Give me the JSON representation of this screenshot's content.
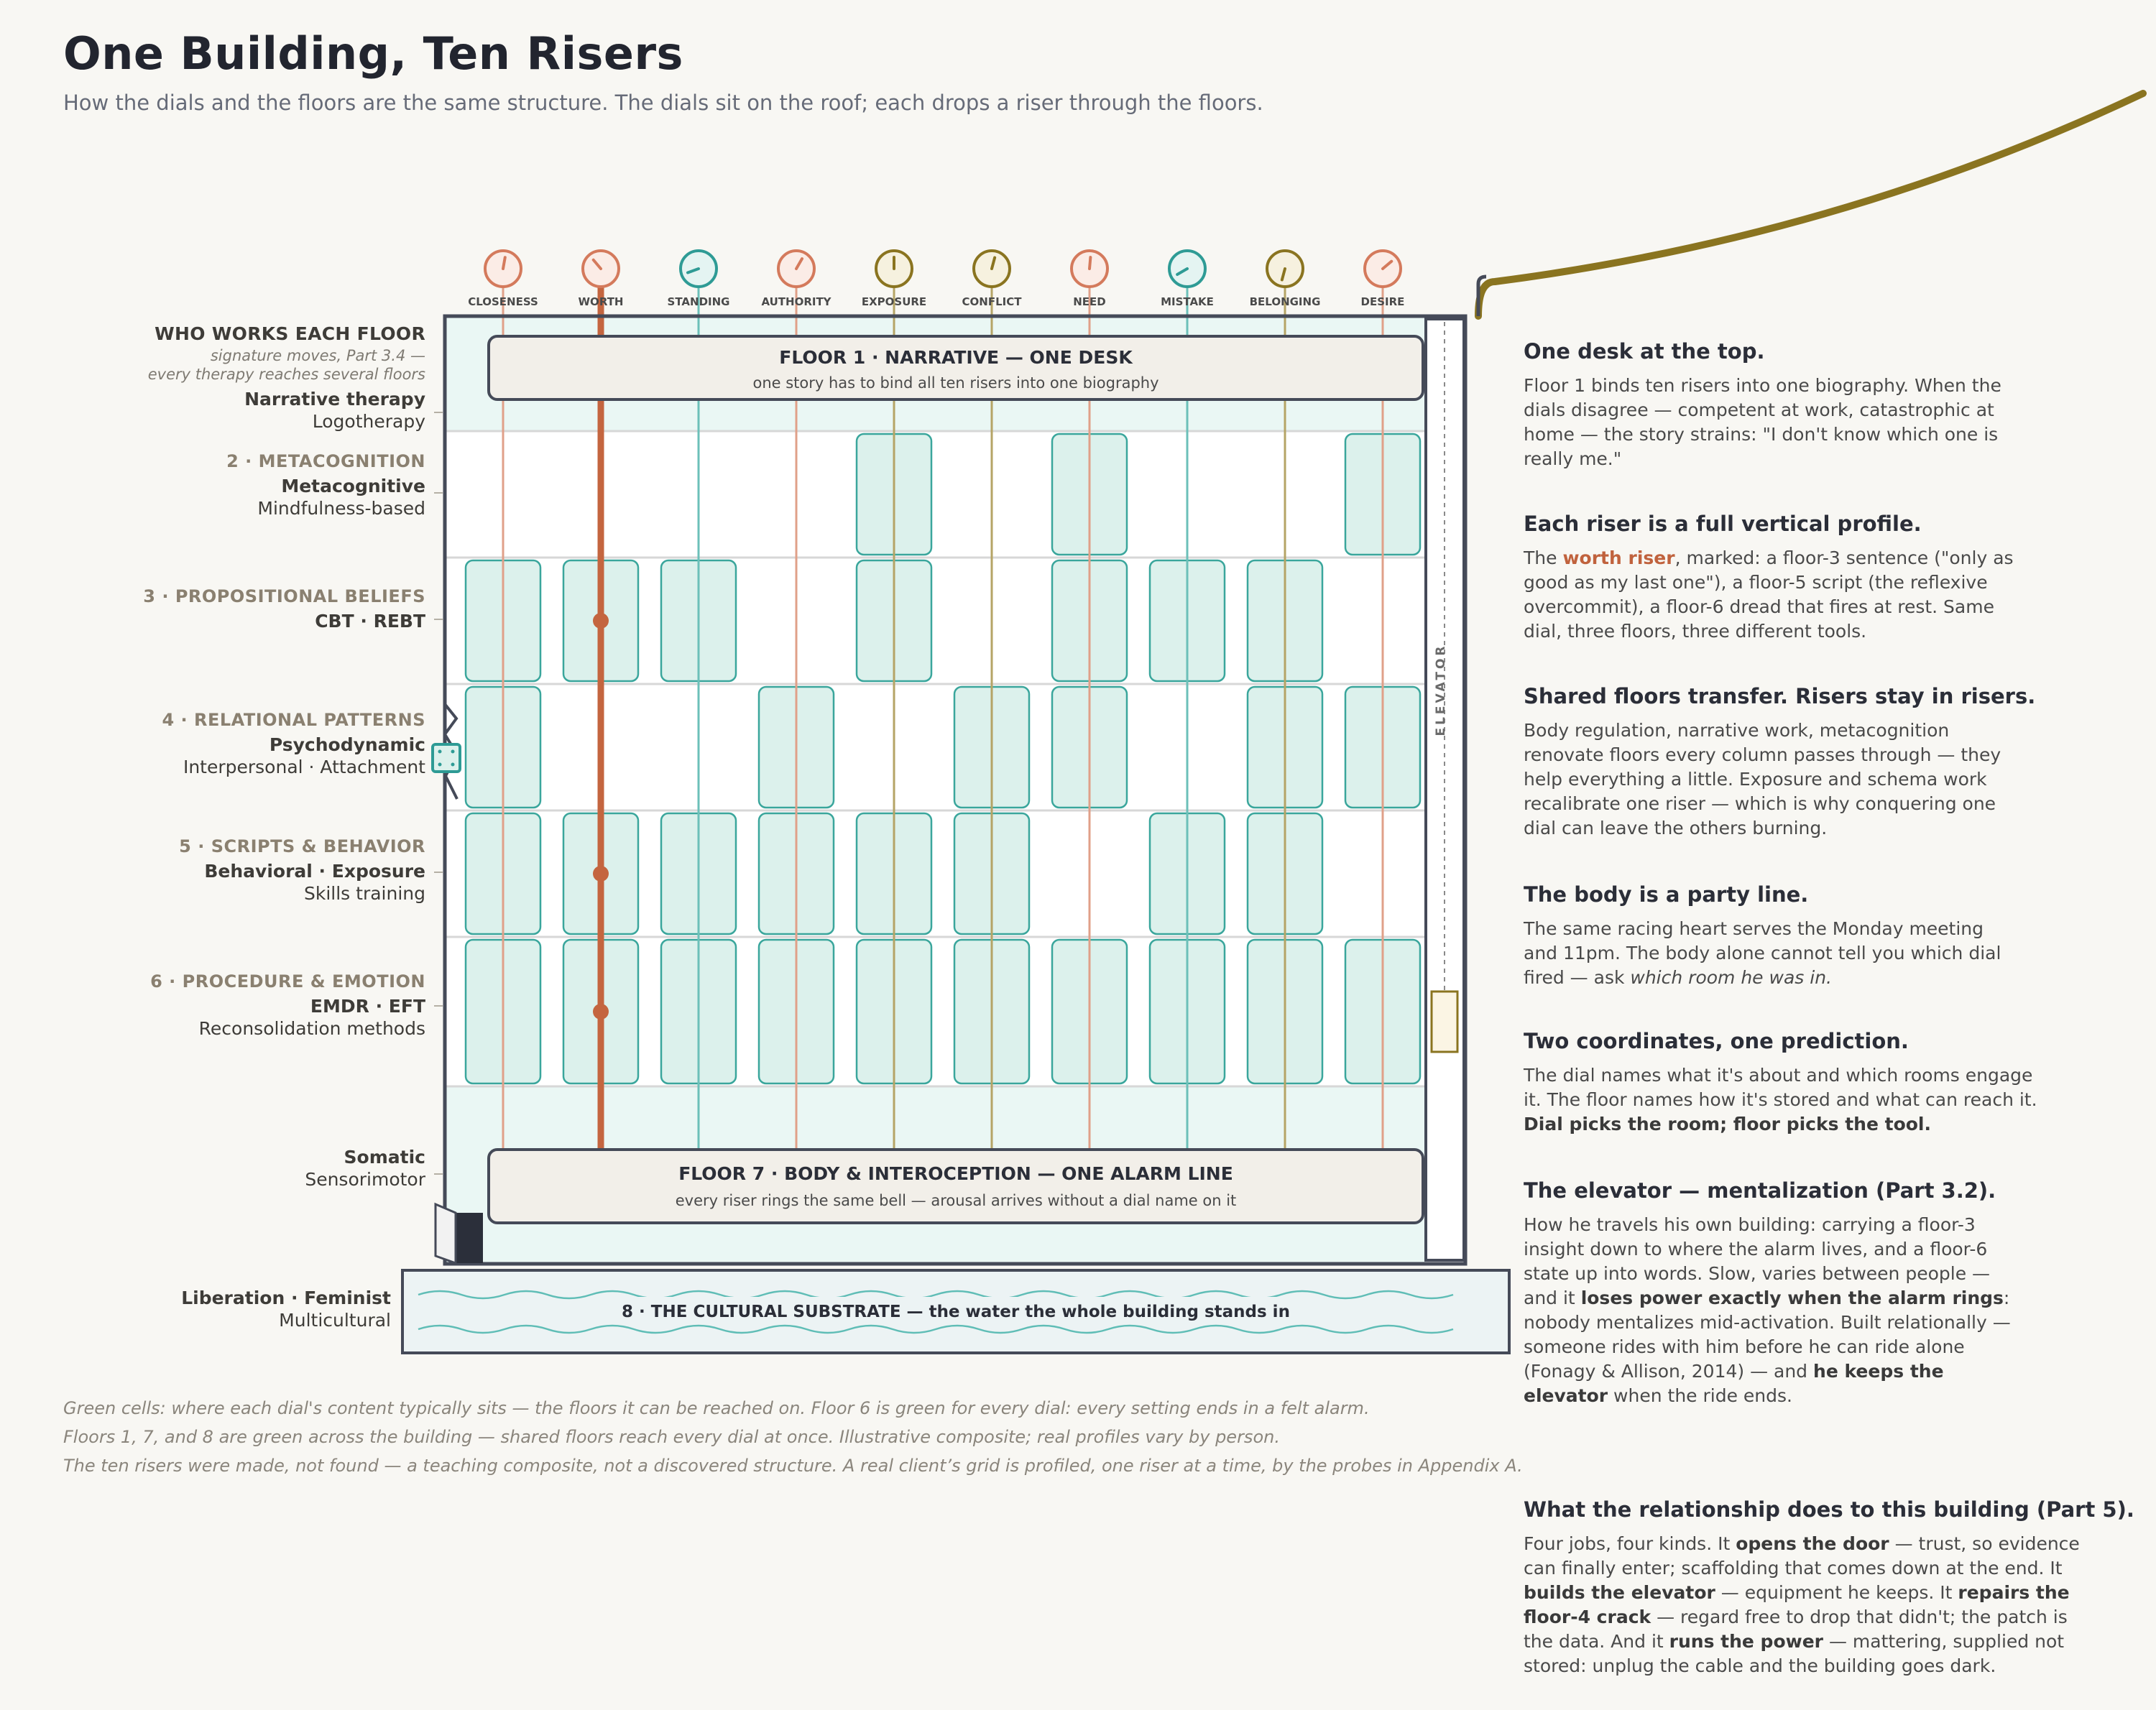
{
  "header": {
    "title": "One Building, Ten Risers",
    "subtitle": "How the dials and the floors are the same structure. The dials sit on the roof; each drops a riser through the floors."
  },
  "colors": {
    "coral": "#c76a4a",
    "teal": "#2e9b95",
    "olive": "#8a7420",
    "cell": "#dcf1ec",
    "cell_border": "#3aa69c",
    "frame": "#454a58"
  },
  "dials": [
    {
      "label": "CLOSENESS",
      "color": "coral",
      "green_floors": [
        3,
        4,
        5,
        6
      ]
    },
    {
      "label": "WORTH",
      "color": "coral",
      "green_floors": [
        3,
        5,
        6
      ],
      "marked": true
    },
    {
      "label": "STANDING",
      "color": "teal",
      "green_floors": [
        3,
        5,
        6
      ]
    },
    {
      "label": "AUTHORITY",
      "color": "coral",
      "green_floors": [
        4,
        5,
        6
      ]
    },
    {
      "label": "EXPOSURE",
      "color": "olive",
      "green_floors": [
        2,
        3,
        5,
        6
      ]
    },
    {
      "label": "CONFLICT",
      "color": "olive",
      "green_floors": [
        4,
        5,
        6
      ]
    },
    {
      "label": "NEED",
      "color": "coral",
      "green_floors": [
        2,
        3,
        4,
        6
      ]
    },
    {
      "label": "MISTAKE",
      "color": "teal",
      "green_floors": [
        3,
        5,
        6
      ]
    },
    {
      "label": "BELONGING",
      "color": "olive",
      "green_floors": [
        3,
        4,
        5,
        6
      ]
    },
    {
      "label": "DESIRE",
      "color": "coral",
      "green_floors": [
        2,
        4,
        6
      ]
    }
  ],
  "floor1": {
    "title": "FLOOR 1 · NARRATIVE — ONE DESK",
    "subtitle": "one story has to bind all ten risers into one biography"
  },
  "floor7": {
    "title": "FLOOR 7 · BODY & INTEROCEPTION — ONE ALARM LINE",
    "subtitle": "every riser rings the same bell — arousal arrives without a dial name on it"
  },
  "substrate": {
    "title": "8 · THE CULTURAL SUBSTRATE — the water the whole building stands in"
  },
  "elevator_label": "ELEVATOR",
  "left_labels": {
    "heading": "WHO WORKS EACH FLOOR",
    "note1": "signature moves, Part 3.4 —",
    "note2": "every therapy reaches several floors",
    "f1": {
      "bold": "Narrative therapy",
      "plain": "Logotherapy"
    },
    "f2": {
      "heading": "2 · METACOGNITION",
      "bold": "Metacognitive",
      "plain": "Mindfulness-based"
    },
    "f3": {
      "heading": "3 · PROPOSITIONAL BELIEFS",
      "bold": "CBT · REBT"
    },
    "f4": {
      "heading": "4 · RELATIONAL PATTERNS",
      "bold": "Psychodynamic",
      "plain": "Interpersonal · Attachment"
    },
    "f5": {
      "heading": "5 · SCRIPTS & BEHAVIOR",
      "bold": "Behavioral · Exposure",
      "plain": "Skills training"
    },
    "f6": {
      "heading": "6 · PROCEDURE & EMOTION",
      "bold": "EMDR · EFT",
      "plain": "Reconsolidation methods"
    },
    "f7": {
      "bold": "Somatic",
      "plain": "Sensorimotor"
    },
    "f8": {
      "bold": "Liberation · Feminist",
      "plain": "Multicultural"
    }
  },
  "side": [
    {
      "heading": "One desk at the top.",
      "body": "Floor 1 binds ten risers into one biography. When the dials disagree — competent at work, catastrophic at home — the story strains: \"I don't know which one is really me.\""
    },
    {
      "heading": "Each riser is a full vertical profile.",
      "pre": "The ",
      "highlight": "worth riser",
      "body": ", marked: a floor-3 sentence (\"only as good as my last one\"), a floor-5 script (the reflexive overcommit), a floor-6 dread that fires at rest. Same dial, three floors, three different tools."
    },
    {
      "heading": "Shared floors transfer. Risers stay in risers.",
      "body": "Body regulation, narrative work, metacognition renovate floors every column passes through — they help everything a little. Exposure and schema work recalibrate one riser — which is why conquering one dial can leave the others burning."
    },
    {
      "heading": "The body is a party line.",
      "body": "The same racing heart serves the Monday meeting and 11pm. The body alone cannot tell you which dial fired — ask ",
      "italic": "which room he was in."
    },
    {
      "heading": "Two coordinates, one prediction.",
      "body": "The dial names what it's about and which rooms engage it. The floor names how it's stored and what can reach it. ",
      "bold": "Dial picks the room; floor picks the tool."
    },
    {
      "heading": "The elevator — mentalization (Part 3.2).",
      "p1": "How he travels his own building: carrying a floor-3 insight down to where the alarm lives, and a floor-6 state up into words. Slow, varies between people — and it ",
      "b1": "loses power exactly when the alarm rings",
      "p2": ": nobody mentalizes mid-activation. Built relationally — someone rides with him before he can ride alone (Fonagy & Allison, 2014) — and ",
      "b2": "he keeps the elevator",
      "p3": " when the ride ends."
    },
    {
      "heading": "What the relationship does to this building (Part 5).",
      "p1": "Four jobs, four kinds. It ",
      "b1": "opens the door",
      "p2": " — trust, so evidence can finally enter; scaffolding that comes down at the end. It ",
      "b2": "builds the elevator",
      "p3": " — equipment he keeps. It ",
      "b3": "repairs the floor-4 crack",
      "p4": " — regard free to drop that didn't; the patch is the data. And it ",
      "b4": "runs the power",
      "p5": " — mattering, supplied not stored: unplug the cable and the building goes dark."
    }
  ],
  "footer": [
    "Green cells: where each dial's content typically sits — the floors it can be reached on. Floor 6 is green for every dial: every setting ends in a felt alarm.",
    "Floors 1, 7, and 8 are green across the building — shared floors reach every dial at once. Illustrative composite; real profiles vary by person.",
    "The ten risers were made, not found — a teaching composite, not a discovered structure. A real client’s grid is profiled, one riser at a time, by the probes in Appendix A."
  ]
}
